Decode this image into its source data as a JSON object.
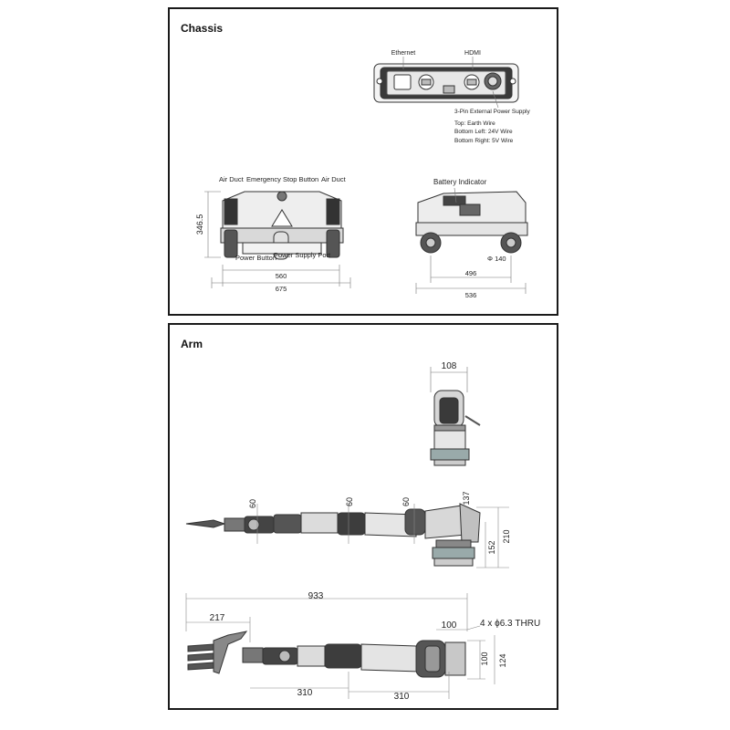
{
  "chassis": {
    "title": "Chassis",
    "rear_panel": {
      "ethernet_label": "Ethernet",
      "hdmi_label": "HDMI",
      "power_supply_title": "3-Pin External Power Supply",
      "wire_top": "Top: Earth Wire",
      "wire_bottom_left": "Bottom Left: 24V Wire",
      "wire_bottom_right": "Bottom Right: 5V Wire"
    },
    "front_view": {
      "air_duct_left": "Air Duct",
      "estop": "Emergency Stop Button",
      "air_duct_right": "Air Duct",
      "power_button": "Power Button",
      "power_supply_port": "Power Supply Port",
      "height": "346.5",
      "inner_width": "560",
      "outer_width": "675"
    },
    "side_view": {
      "battery_indicator": "Battery Indicator",
      "wheel_diameter": "Φ 140",
      "wheelbase": "496",
      "length": "536"
    }
  },
  "arm": {
    "title": "Arm",
    "end_view": {
      "width": "108"
    },
    "side_view": {
      "dim_60_a": "60",
      "dim_60_b": "60",
      "dim_60_c": "60",
      "dim_137": "137",
      "dim_152": "152",
      "dim_210": "210"
    },
    "top_view": {
      "total_length": "933",
      "hand_length": "217",
      "base_width": "100",
      "holes": "4 x ϕ6.3 THRU",
      "base_depth": "100",
      "base_outer": "124",
      "link1": "310",
      "link2": "310"
    }
  }
}
